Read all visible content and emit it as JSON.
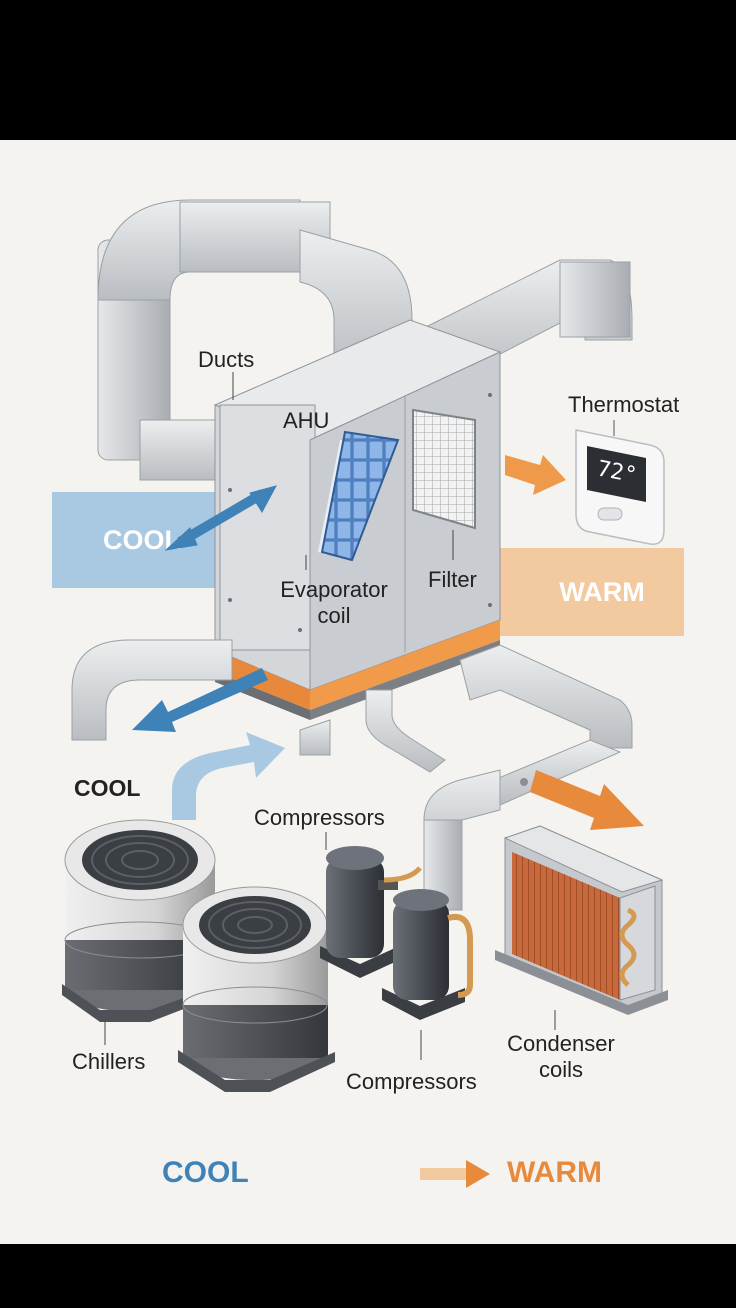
{
  "labels": {
    "ducts": "Ducts",
    "ahu": "AHU",
    "thermostat": "Thermostat",
    "thermostat_display": "72°",
    "evaporator_coil": "Evaporator\ncoil",
    "filter": "Filter",
    "cool_left_band": "COOL",
    "warm_right_band": "WARM",
    "cool_mid": "COOL",
    "compressors_top": "Compressors",
    "chillers": "Chillers",
    "compressors_bottom": "Compressors",
    "condenser_coils": "Condenser\ncoils"
  },
  "legend": {
    "cool": "COOL",
    "warm": "WARM"
  },
  "colors": {
    "cool": "#3f82b8",
    "cool_band": "#a9c9e3",
    "warm": "#e88a3c",
    "warm_band": "#f3c9a0",
    "duct": "#d8dadd",
    "background": "#f5f3f0"
  }
}
